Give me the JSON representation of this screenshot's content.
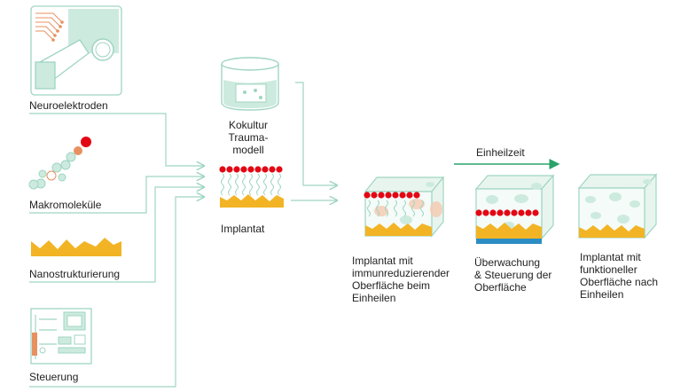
{
  "inputs": {
    "neuro": "Neuroelektroden",
    "makro": "Makromoleküle",
    "nano": "Nanostrukturierung",
    "steuerung": "Steuerung"
  },
  "center": {
    "kokultur_1": "Kokultur",
    "kokultur_2": "Trauma-",
    "kokultur_3": "modell",
    "implantat": "Implantat"
  },
  "timeline": {
    "label": "Einheilzeit"
  },
  "stages": {
    "s1_l1": "Implantat mit",
    "s1_l2": "immunreduzierender",
    "s1_l3": "Oberfläche beim",
    "s1_l4": "Einheilen",
    "s2_l1": "Überwachung",
    "s2_l2": "& Steuerung der",
    "s2_l3": "Oberfläche",
    "s3_l1": "Implantat mit",
    "s3_l2": "funktioneller",
    "s3_l3": "Oberfläche nach",
    "s3_l4": "Einheilen"
  },
  "colors": {
    "mint": "#9fd5c2",
    "mint_fill": "#cdeadf",
    "red": "#e30613",
    "gold": "#f2b425",
    "green_arrow": "#2aa36b",
    "orange": "#e79060",
    "blue": "#2b8dc4"
  }
}
